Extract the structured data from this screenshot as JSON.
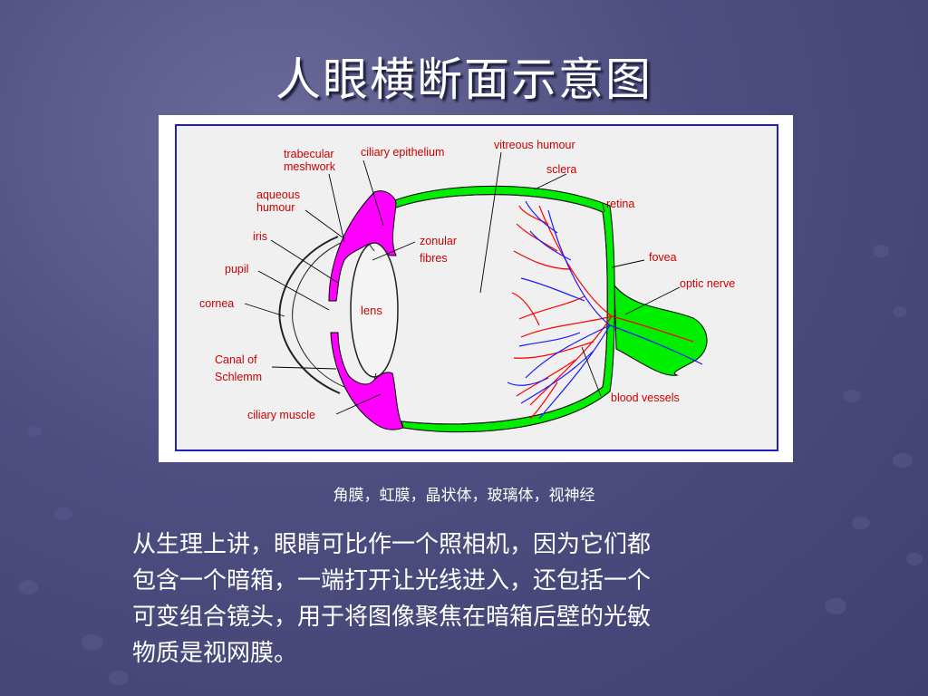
{
  "slide": {
    "title": "人眼横断面示意图",
    "caption": "角膜，虹膜，晶状体，玻璃体，视神经",
    "body_lines": [
      "从生理上讲，眼睛可比作一个照相机，因为它们都",
      "包含一个暗箱，一端打开让光线进入，还包括一个",
      "可变组合镜头，用于将图像聚焦在暗箱后壁的光敏",
      "物质是视网膜。"
    ]
  },
  "diagram": {
    "labels": {
      "trabecular_1": "trabecular",
      "trabecular_2": "meshwork",
      "ciliary_epithelium": "ciliary epithelium",
      "vitreous_humour": "vitreous humour",
      "sclera": "sclera",
      "aqueous_1": "aqueous",
      "aqueous_2": "humour",
      "iris": "iris",
      "zonular_1": "zonular",
      "zonular_2": "fibres",
      "retina": "retina",
      "pupil": "pupil",
      "fovea": "fovea",
      "optic_nerve": "optic nerve",
      "cornea": "cornea",
      "lens": "lens",
      "canal_1": "Canal of",
      "canal_2": "Schlemm",
      "blood_vessels": "blood vessels",
      "ciliary_muscle": "ciliary muscle"
    },
    "colors": {
      "border": "#2020c0",
      "label_text": "#cc0000",
      "ciliary_body": "#ff00ff",
      "sclera_retina": "#00ee00",
      "arteries": "#ff0000",
      "veins": "#1a1aff",
      "background": "#f0f0f0"
    }
  }
}
